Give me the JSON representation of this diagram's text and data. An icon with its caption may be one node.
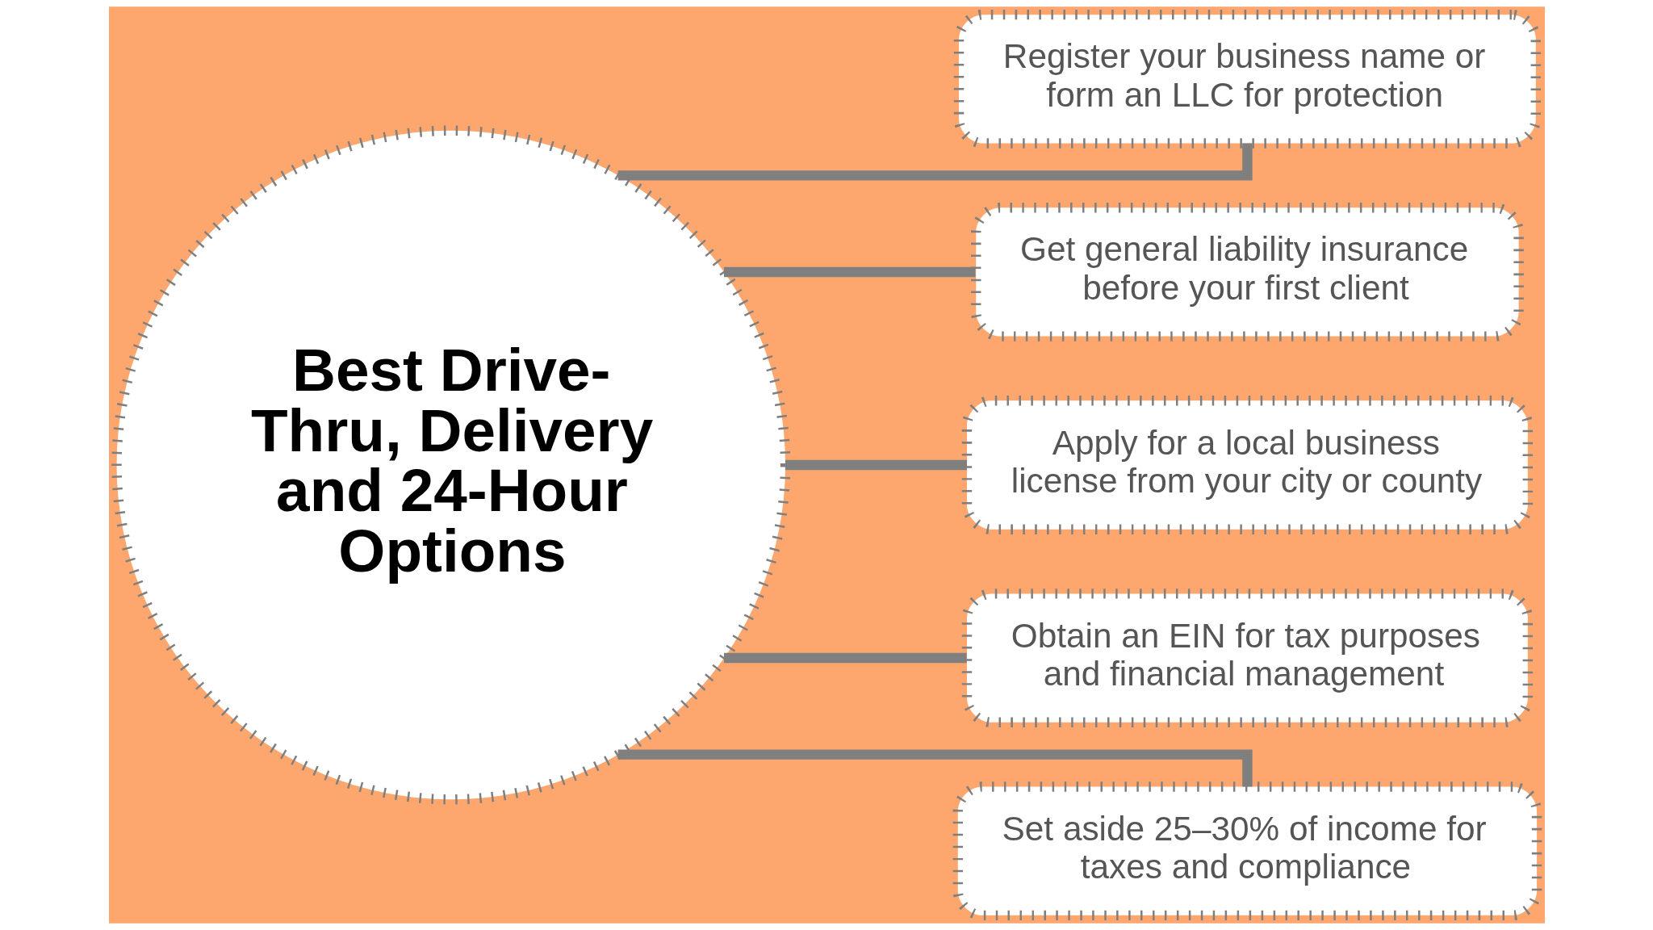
{
  "diagram": {
    "nodes": [
      {
        "text": [
          "Best Drive-Thru, Delivery and 24-Hour Options"
        ]
      },
      {
        "text": [
          "Register your business name or form an LLC for protection"
        ]
      },
      {
        "text": [
          "Get general liability insurance before your first client"
        ]
      },
      {
        "text": [
          "Apply for a local business license from your city or county"
        ]
      },
      {
        "text": [
          "Obtain an EIN for tax purposes and financial management"
        ]
      },
      {
        "text": [
          "Set aside 25–30% of income for taxes and compliance"
        ]
      }
    ],
    "edges": [
      {
        "from": 0,
        "to": 1,
        "arrow": "none"
      },
      {
        "from": 0,
        "to": 2,
        "arrow": "none"
      },
      {
        "from": 0,
        "to": 3,
        "arrow": "none"
      },
      {
        "from": 0,
        "to": 4,
        "arrow": "none"
      },
      {
        "from": 0,
        "to": 5,
        "arrow": "none"
      }
    ]
  }
}
